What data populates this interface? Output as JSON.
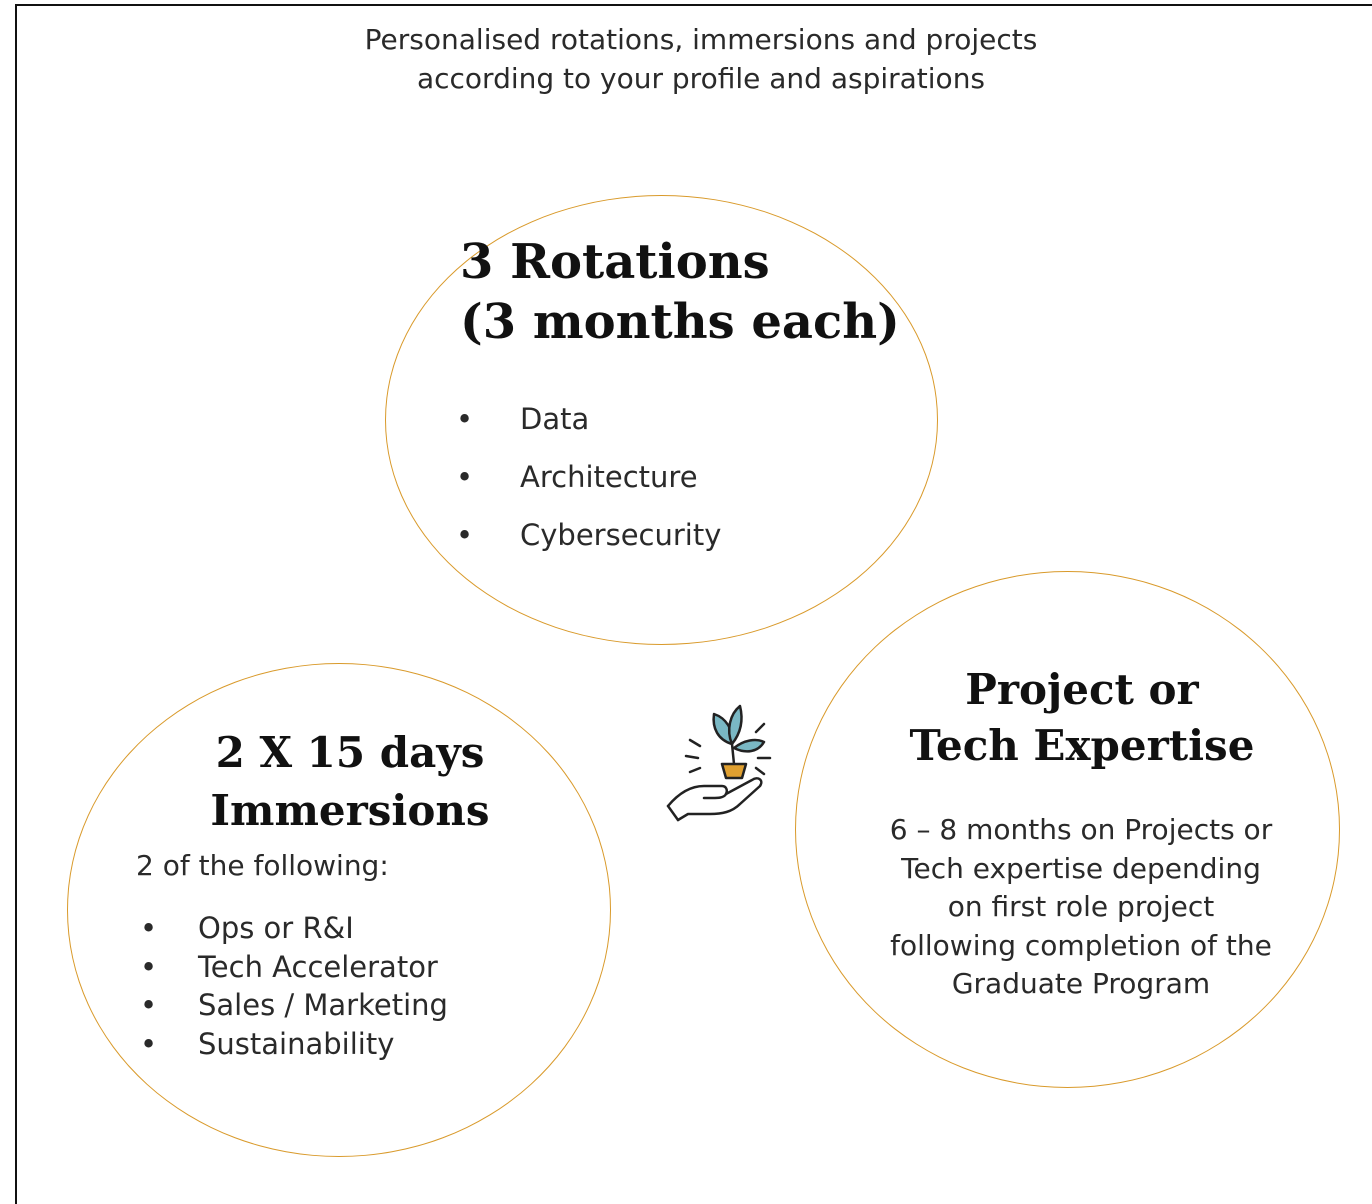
{
  "header": {
    "line1": "Personalised rotations, immersions and projects",
    "line2": "according to your profile and aspirations"
  },
  "rotations": {
    "title_line1": "3 Rotations",
    "title_line2": "(3 months each)",
    "items": [
      "Data",
      "Architecture",
      "Cybersecurity"
    ]
  },
  "immersions": {
    "title_line1": "2 X 15 days",
    "title_line2": "Immersions",
    "intro": "2 of the following:",
    "items": [
      "Ops or R&I",
      "Tech Accelerator",
      "Sales / Marketing",
      "Sustainability"
    ]
  },
  "project": {
    "title_line1": "Project or",
    "title_line2": "Tech Expertise",
    "description_lines": [
      "6 – 8 months on Projects or",
      "Tech expertise depending",
      "on first role project",
      "following completion of the",
      "Graduate Program"
    ]
  },
  "bullet_char": "•",
  "icons": {
    "center": "seedling-in-hand-icon"
  },
  "colors": {
    "circle_border": "#d99a2b",
    "leaf": "#7ab8c4",
    "soil": "#e0a030",
    "line": "#222222"
  }
}
